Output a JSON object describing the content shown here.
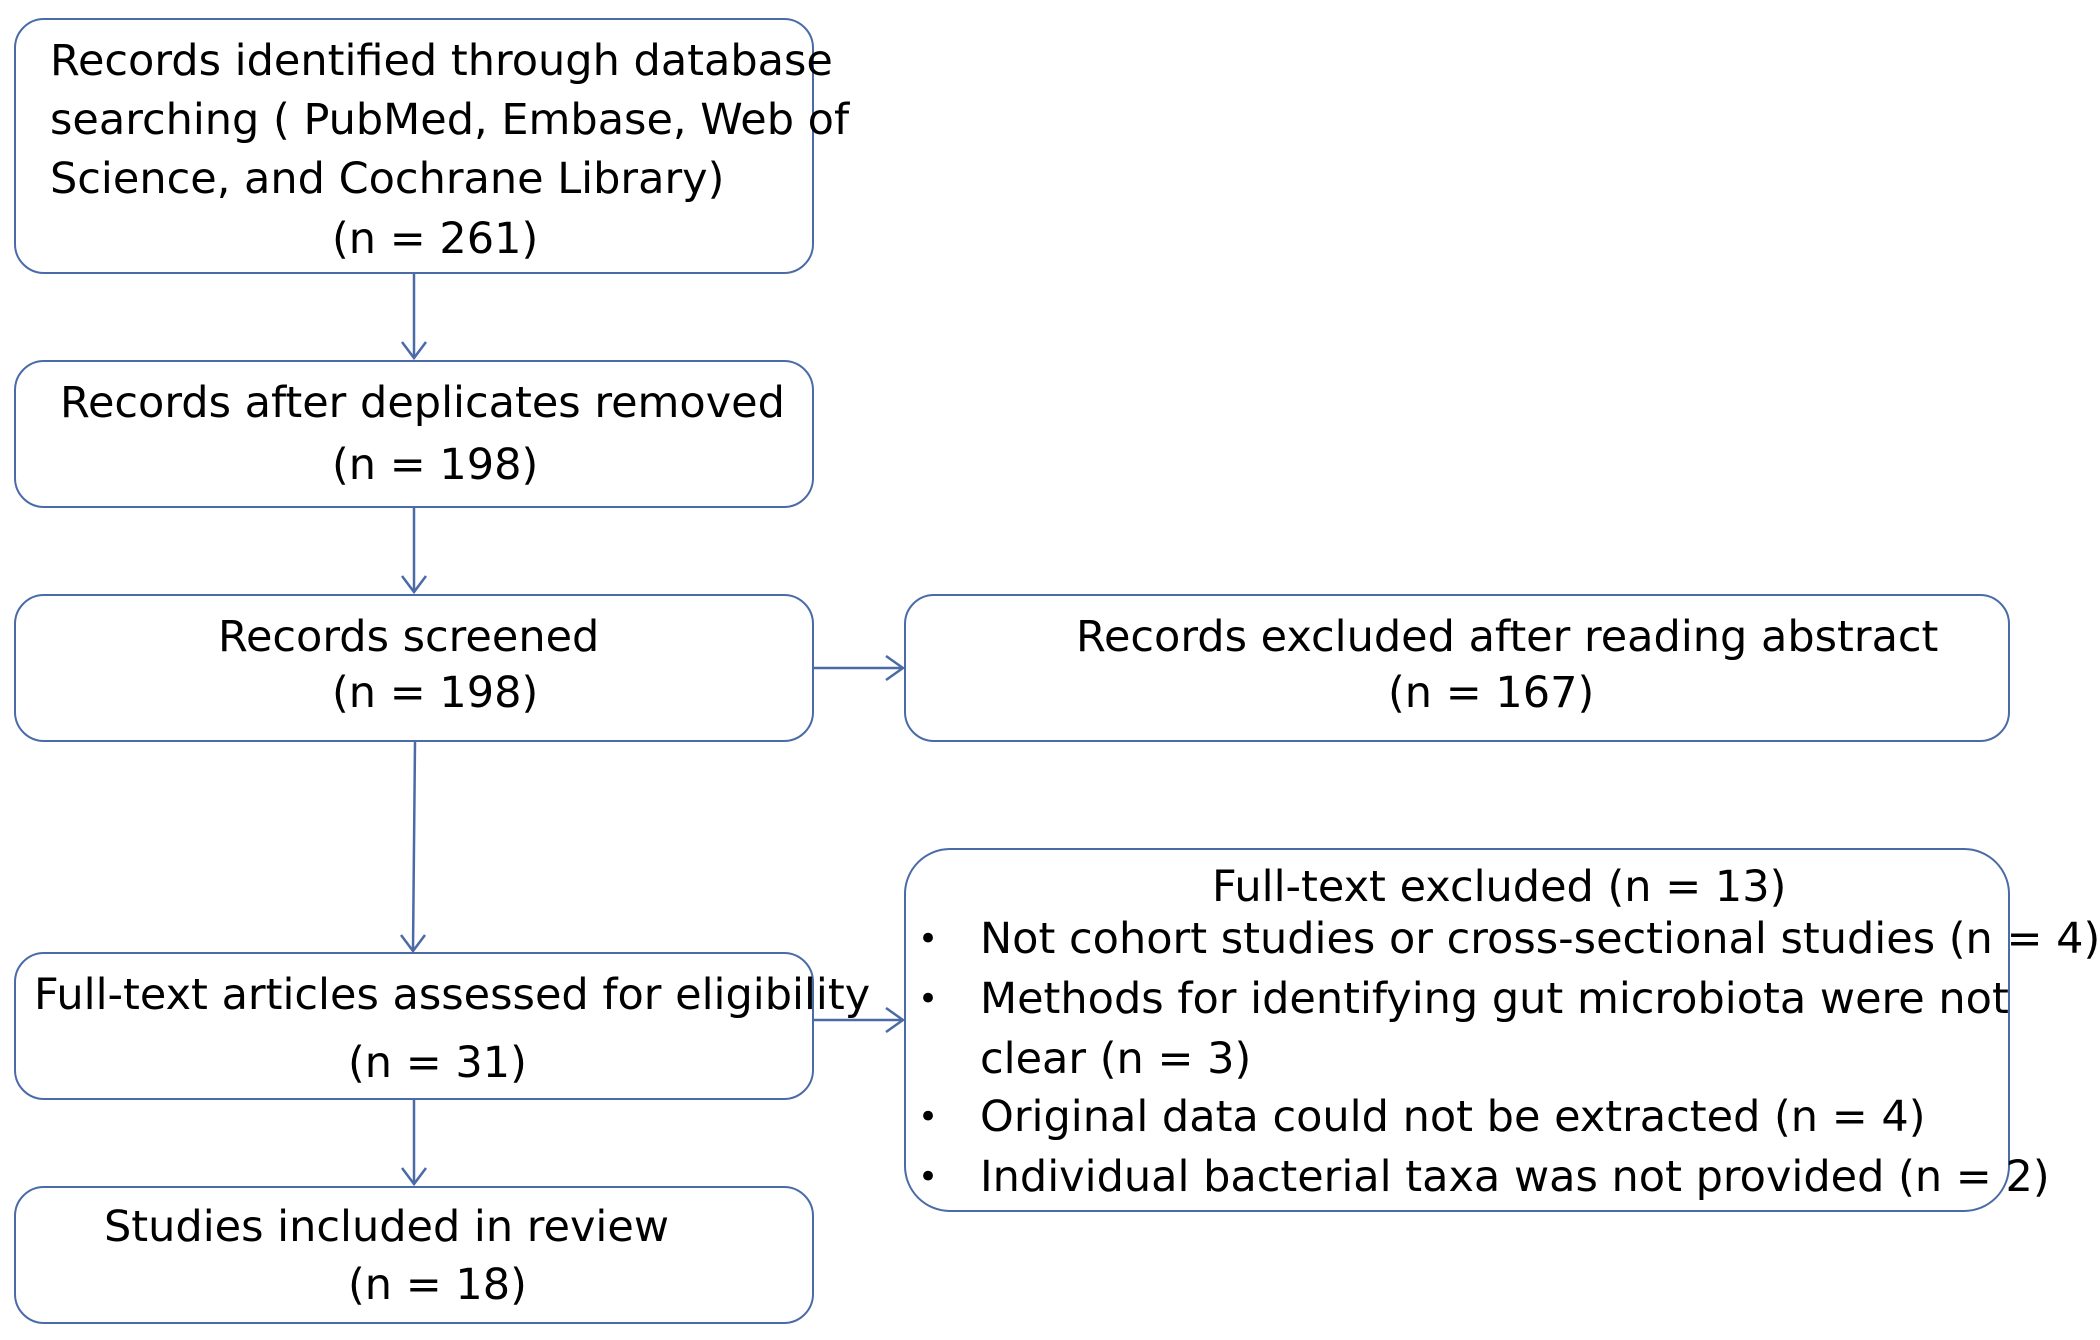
{
  "boxes": {
    "identified": {
      "lines": [
        "Records identified through database",
        "searching ( PubMed, Embase, Web of",
        "Science, and Cochrane Library)"
      ],
      "count": "(n = 261)"
    },
    "deduplicated": {
      "label": "Records after deplicates removed",
      "count": "(n = 198)"
    },
    "screened": {
      "label": "Records screened",
      "count": "(n = 198)"
    },
    "excluded_abstract": {
      "label": "Records excluded after reading abstract",
      "count": "(n = 167)"
    },
    "fulltext_assessed": {
      "label": "Full-text articles assessed for eligibility",
      "count": "(n = 31)"
    },
    "fulltext_excluded": {
      "title": "Full-text excluded (n = 13)",
      "bullet": "•",
      "reasons": [
        "Not cohort studies or cross-sectional studies (n = 4)",
        "Methods for identifying gut microbiota were not",
        "clear (n = 3)",
        "Original data could not be extracted (n = 4)",
        "Individual bacterial taxa was not provided (n = 2)"
      ]
    },
    "included": {
      "label": "Studies included in review",
      "count": "(n = 18)"
    }
  },
  "colors": {
    "border": "#4a6aa8",
    "arrow": "#4a6aa8",
    "text": "#000000"
  }
}
